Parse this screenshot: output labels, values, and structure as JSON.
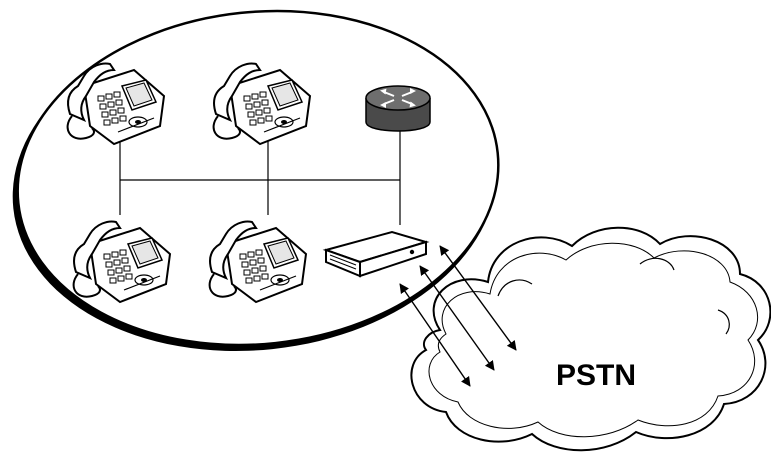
{
  "diagram": {
    "cloud_label": "PSTN",
    "nodes": [
      {
        "id": "phone-1",
        "icon": "ip-phone-icon"
      },
      {
        "id": "phone-2",
        "icon": "ip-phone-icon"
      },
      {
        "id": "router",
        "icon": "router-icon"
      },
      {
        "id": "phone-3",
        "icon": "ip-phone-icon"
      },
      {
        "id": "phone-4",
        "icon": "ip-phone-icon"
      },
      {
        "id": "gateway",
        "icon": "gateway-icon"
      }
    ],
    "network_boundary": "ellipse",
    "external_network": "cloud",
    "trunk_count": 3,
    "colors": {
      "stroke": "#000000",
      "cloud_fill": "#ffffff",
      "router_fill": "#4a4a4a"
    }
  }
}
